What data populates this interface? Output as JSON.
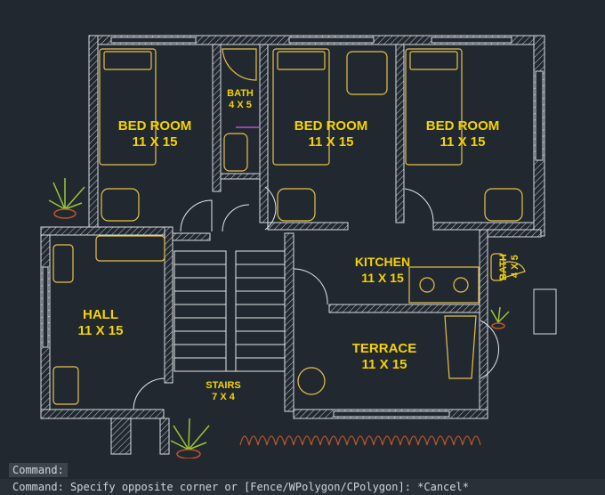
{
  "plan": {
    "rooms": [
      {
        "id": "bed1",
        "name": "BED ROOM",
        "size": "11 X 15"
      },
      {
        "id": "bath1",
        "name": "BATH",
        "size": "4 X 5"
      },
      {
        "id": "bed2",
        "name": "BED ROOM",
        "size": "11 X 15"
      },
      {
        "id": "bed3",
        "name": "BED ROOM",
        "size": "11 X 15"
      },
      {
        "id": "kitchen",
        "name": "KITCHEN",
        "size": "11 X 15"
      },
      {
        "id": "bath2",
        "name": "BATH",
        "size": "4 X 5"
      },
      {
        "id": "hall",
        "name": "HALL",
        "size": "11 X 15"
      },
      {
        "id": "stairs",
        "name": "STAIRS",
        "size": "7 X 4"
      },
      {
        "id": "terrace",
        "name": "TERRACE",
        "size": "11 X 15"
      }
    ]
  },
  "command_line": {
    "prompt": "Command:",
    "history": "Command: Specify opposite corner or [Fence/WPolygon/CPolygon]: *Cancel*"
  },
  "colors": {
    "wall": "#d9dde0",
    "label": "#f5d300",
    "furniture": "#e8c24a",
    "background": "#212830",
    "door": "#e8e8e8"
  }
}
